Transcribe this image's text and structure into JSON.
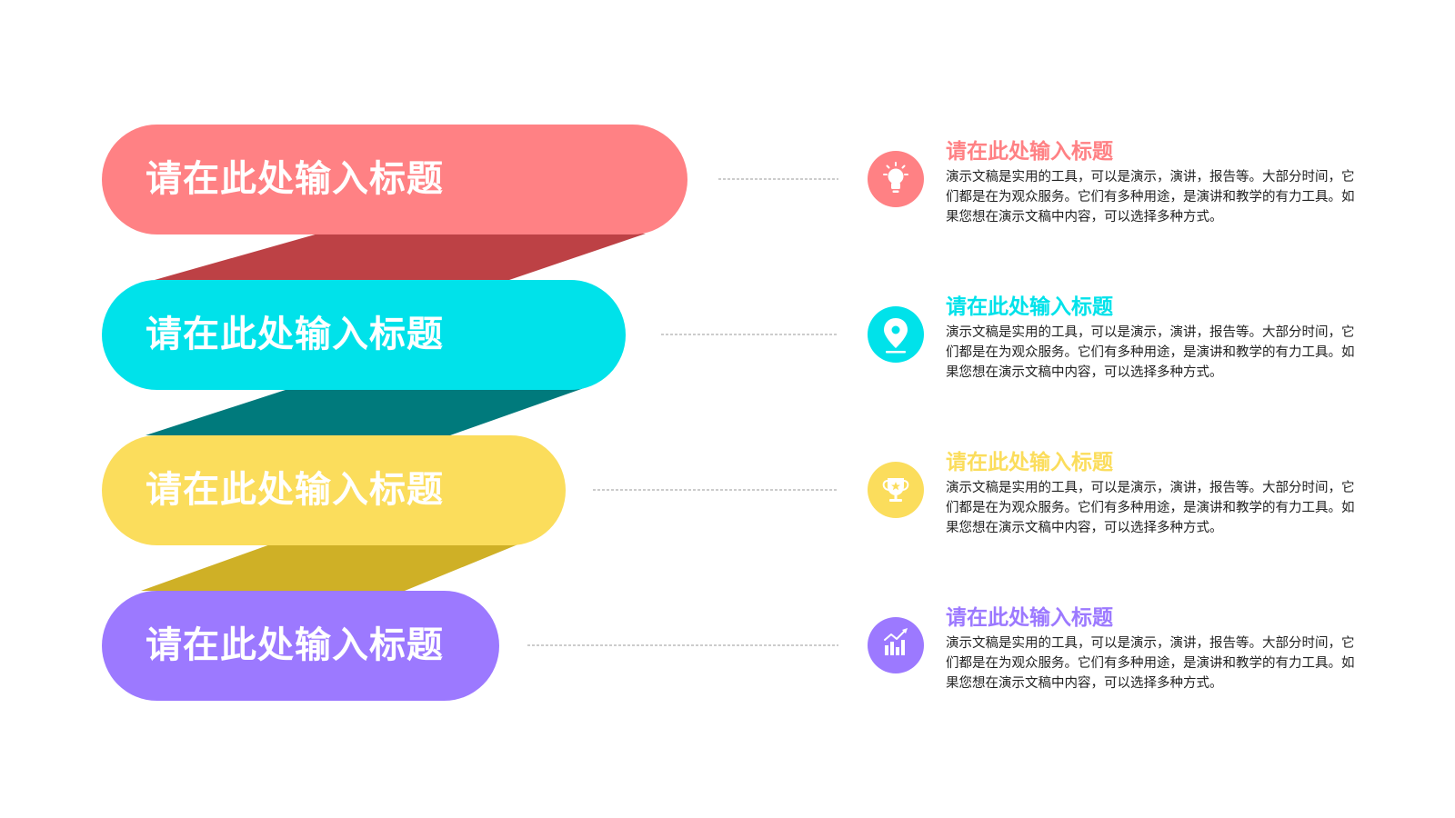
{
  "items": [
    {
      "label": "请在此处输入标题",
      "title": "请在此处输入标题",
      "description": "演示文稿是实用的工具，可以是演示，演讲，报告等。大部分时间，它们都是在为观众服务。它们有多种用途，是演讲和教学的有力工具。如果您想在演示文稿中内容，可以选择多种方式。",
      "icon": "lightbulb-icon",
      "color": "#FF8184",
      "shade": "#BD4145"
    },
    {
      "label": "请在此处输入标题",
      "title": "请在此处输入标题",
      "description": "演示文稿是实用的工具，可以是演示，演讲，报告等。大部分时间，它们都是在为观众服务。它们有多种用途，是演讲和教学的有力工具。如果您想在演示文稿中内容，可以选择多种方式。",
      "icon": "location-pin-icon",
      "color": "#00E2EA",
      "shade": "#007A7C"
    },
    {
      "label": "请在此处输入标题",
      "title": "请在此处输入标题",
      "description": "演示文稿是实用的工具，可以是演示，演讲，报告等。大部分时间，它们都是在为观众服务。它们有多种用途，是演讲和教学的有力工具。如果您想在演示文稿中内容，可以选择多种方式。",
      "icon": "trophy-icon",
      "color": "#FBDD5C",
      "shade": "#CFB026"
    },
    {
      "label": "请在此处输入标题",
      "title": "请在此处输入标题",
      "description": "演示文稿是实用的工具，可以是演示，演讲，报告等。大部分时间，它们都是在为观众服务。它们有多种用途，是演讲和教学的有力工具。如果您想在演示文稿中内容，可以选择多种方式。",
      "icon": "chart-growth-icon",
      "color": "#9C79FF",
      "shade": "#6F4FD1"
    }
  ]
}
